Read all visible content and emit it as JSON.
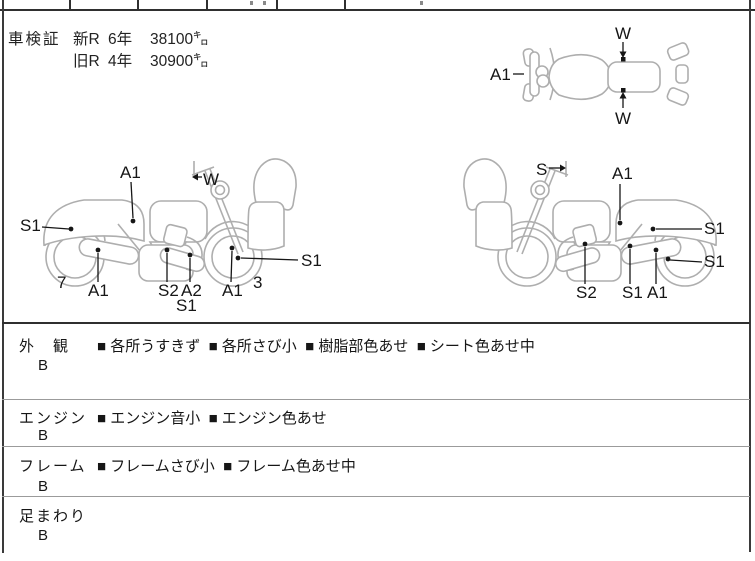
{
  "colors": {
    "frame-dark": "#2f2f2f",
    "rule-light": "#9b9b9b",
    "sketch": "#aeaeae",
    "ink": "#161616"
  },
  "shaken": {
    "label": "車検証",
    "rows": [
      [
        "新R",
        "6年",
        "38100㌔"
      ],
      [
        "旧R",
        "4年",
        "30900㌔"
      ]
    ]
  },
  "diagrams": {
    "top_view": {
      "labels": [
        "A1",
        "W",
        "W"
      ]
    },
    "left_view": {
      "labels": [
        "A1",
        "W",
        "S1",
        "7",
        "A1",
        "S2",
        "A2",
        "S1",
        "A1",
        "3",
        "S1"
      ]
    },
    "right_view": {
      "labels": [
        "S",
        "A1",
        "S1",
        "S1",
        "S2",
        "S1",
        "A1"
      ]
    }
  },
  "inspection": {
    "rows": [
      {
        "category": "外　観",
        "grade": "B",
        "notes": "■ 各所うすきず  ■ 各所さび小  ■ 樹脂部色あせ  ■ シート色あせ中"
      },
      {
        "category": "エンジン",
        "grade": "B",
        "notes": "■ エンジン音小  ■ エンジン色あせ"
      },
      {
        "category": "フレーム",
        "grade": "B",
        "notes": "■ フレームさび小  ■ フレーム色あせ中"
      },
      {
        "category": "足まわり",
        "grade": "B",
        "notes": ""
      }
    ]
  }
}
